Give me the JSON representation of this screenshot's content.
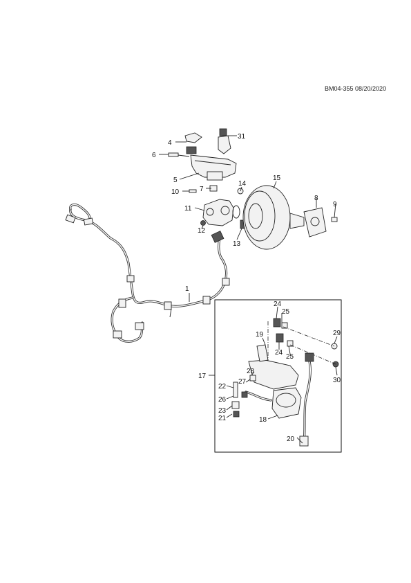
{
  "reference_code": "BM04-355 08/20/2020",
  "callouts": {
    "c1": "1",
    "c4": "4",
    "c5": "5",
    "c6": "6",
    "c7": "7",
    "c8": "8",
    "c9": "9",
    "c10": "10",
    "c11": "11",
    "c12": "12",
    "c13": "13",
    "c14": "14",
    "c15": "15",
    "c17": "17",
    "c18": "18",
    "c19": "19",
    "c20": "20",
    "c21": "21",
    "c22": "22",
    "c23": "23",
    "c24a": "24",
    "c24b": "24",
    "c25a": "25",
    "c25b": "25",
    "c26": "26",
    "c27": "27",
    "c28": "28",
    "c29": "29",
    "c30": "30",
    "c31": "31"
  }
}
